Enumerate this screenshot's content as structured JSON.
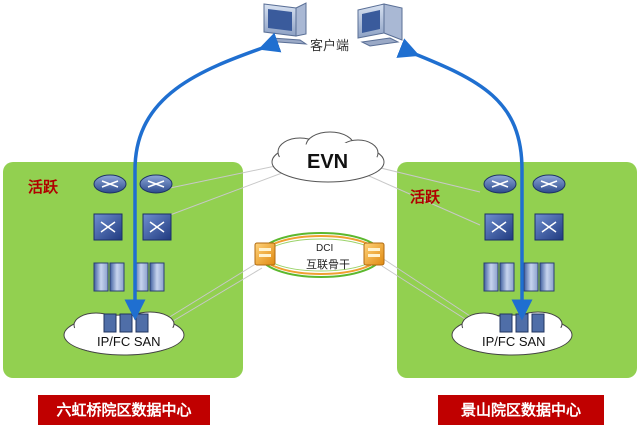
{
  "diagram": {
    "client_label": "客户端",
    "evn_label": "EVN",
    "dci_label": "DCI",
    "dci_sub_label": "互联骨干",
    "datacenters": [
      {
        "name": "六虹桥院区数据中心",
        "status": "活跃",
        "san_label": "IP/FC SAN"
      },
      {
        "name": "景山院区数据中心",
        "status": "活跃",
        "san_label": "IP/FC SAN"
      }
    ],
    "colors": {
      "zone_green": "#92d050",
      "label_red": "#c00000",
      "arrow_blue": "#1f6fd0",
      "dci_green": "#5cb82e",
      "dci_orange": "#f0a030"
    },
    "icons": [
      "client-computer-icon",
      "cloud-icon",
      "router-icon",
      "switch-icon",
      "server-icon",
      "storage-icon",
      "dci-gateway-icon"
    ]
  }
}
